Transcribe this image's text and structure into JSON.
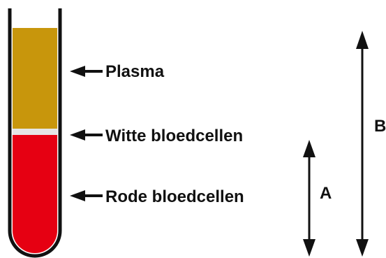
{
  "labels": {
    "plasma": "Plasma",
    "white_cells": "Witte bloedcellen",
    "red_cells": "Rode bloedcellen",
    "measure_a": "A",
    "measure_b": "B"
  },
  "colors": {
    "plasma": "#c8960c",
    "white_cells": "#e6e6e6",
    "red_cells": "#e60012",
    "outline": "#111111",
    "background": "#ffffff"
  }
}
